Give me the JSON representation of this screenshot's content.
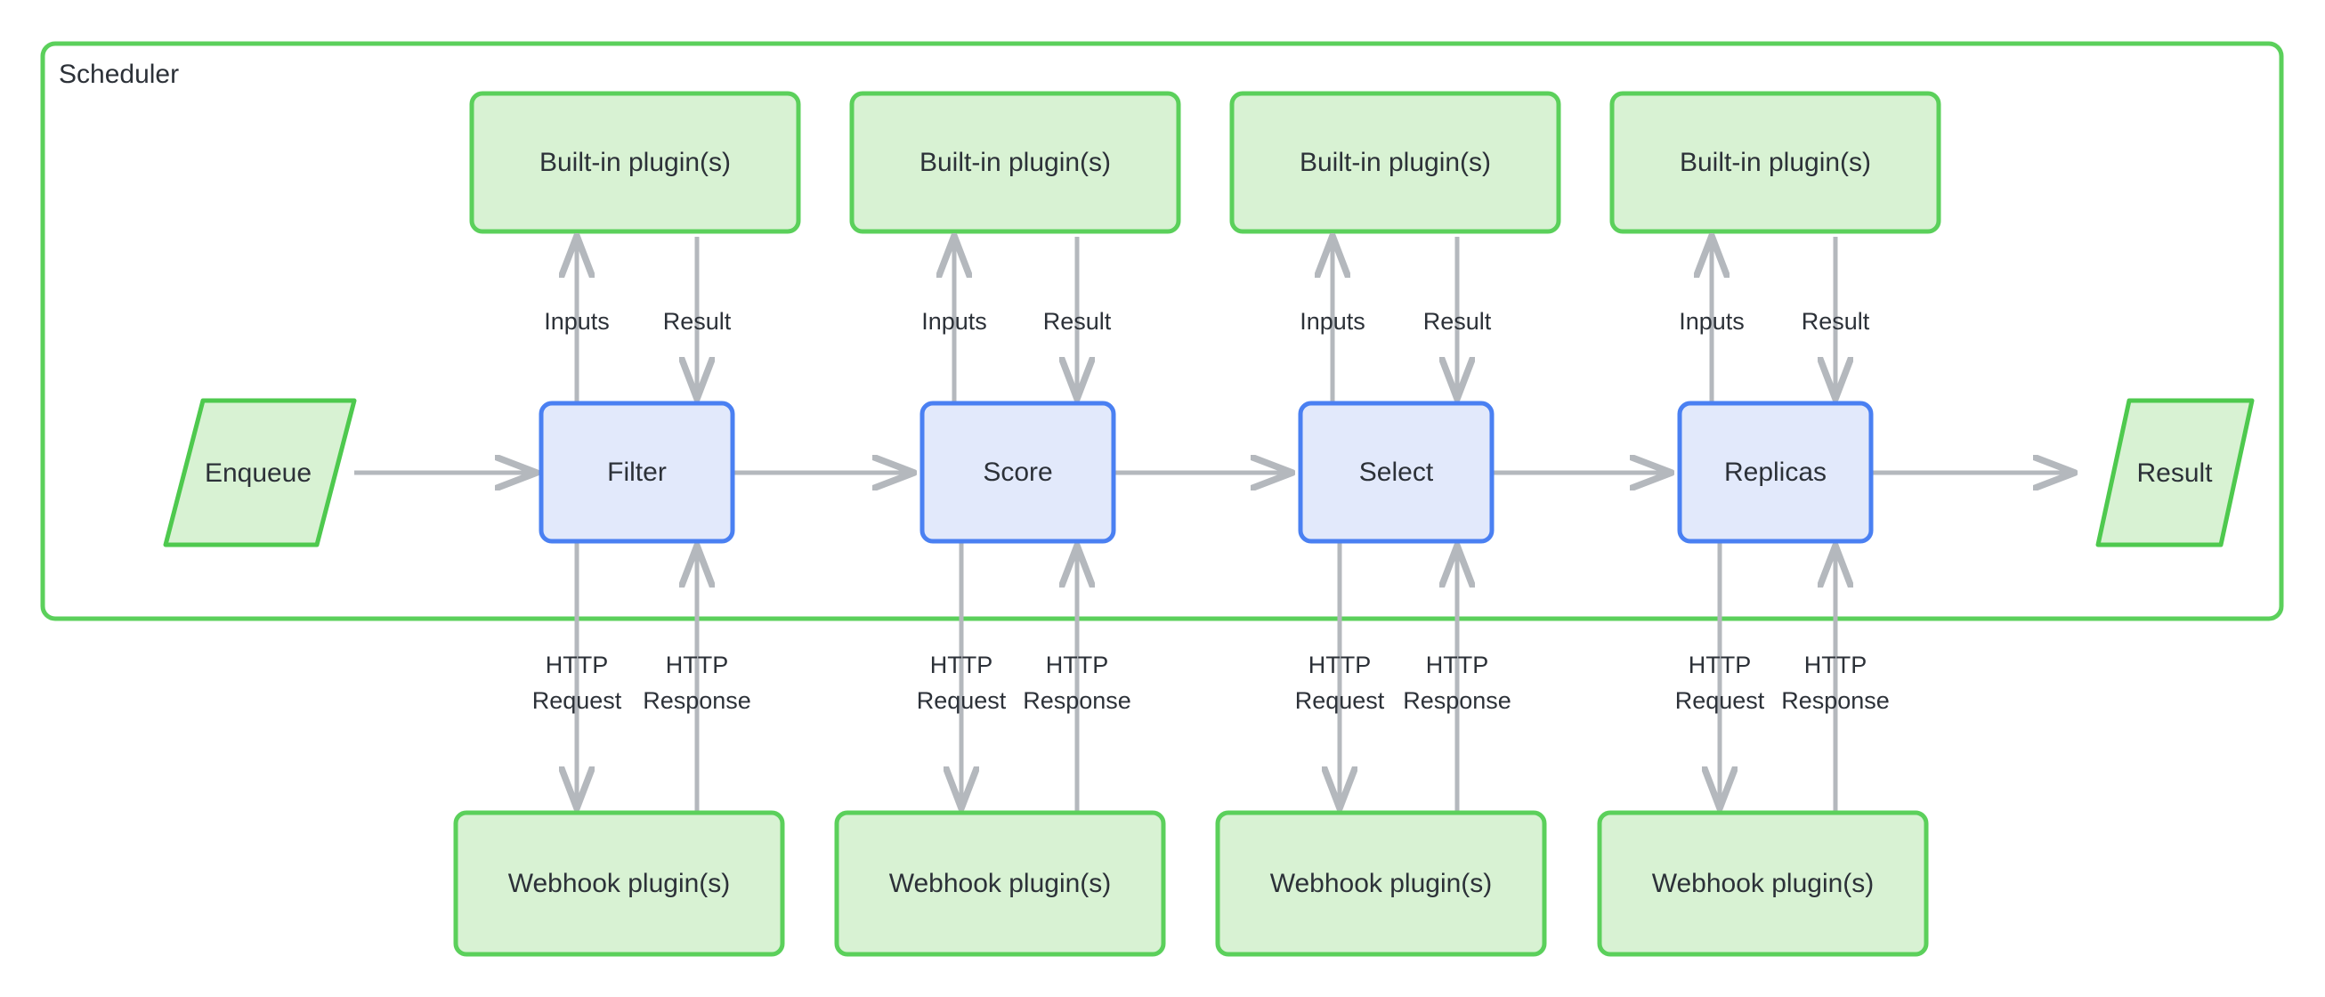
{
  "diagram": {
    "title": "Scheduler",
    "group": {
      "label": "Scheduler"
    },
    "terminators": [
      {
        "id": "enqueue",
        "label": "Enqueue"
      },
      {
        "id": "result",
        "label": "Result"
      }
    ],
    "stages": [
      {
        "id": "filter",
        "label": "Filter"
      },
      {
        "id": "score",
        "label": "Score"
      },
      {
        "id": "select",
        "label": "Select"
      },
      {
        "id": "replicas",
        "label": "Replicas"
      }
    ],
    "builtin_plugins": [
      {
        "id": "builtin-1",
        "label": "Built-in plugin(s)"
      },
      {
        "id": "builtin-2",
        "label": "Built-in plugin(s)"
      },
      {
        "id": "builtin-3",
        "label": "Built-in plugin(s)"
      },
      {
        "id": "builtin-4",
        "label": "Built-in plugin(s)"
      }
    ],
    "webhook_plugins": [
      {
        "id": "webhook-1",
        "label": "Webhook plugin(s)"
      },
      {
        "id": "webhook-2",
        "label": "Webhook plugin(s)"
      },
      {
        "id": "webhook-3",
        "label": "Webhook plugin(s)"
      },
      {
        "id": "webhook-4",
        "label": "Webhook plugin(s)"
      }
    ],
    "edge_labels": {
      "inputs": "Inputs",
      "result": "Result",
      "http_request_line1": "HTTP",
      "http_request_line2": "Request",
      "http_response_line1": "HTTP",
      "http_response_line2": "Response"
    },
    "columns": [
      {
        "stage_label": "Filter",
        "builtin_label": "Built-in plugin(s)",
        "webhook_label": "Webhook plugin(s)",
        "inputs_label": "Inputs",
        "result_label": "Result",
        "req_l1": "HTTP",
        "req_l2": "Request",
        "resp_l1": "HTTP",
        "resp_l2": "Response"
      },
      {
        "stage_label": "Score",
        "builtin_label": "Built-in plugin(s)",
        "webhook_label": "Webhook plugin(s)",
        "inputs_label": "Inputs",
        "result_label": "Result",
        "req_l1": "HTTP",
        "req_l2": "Request",
        "resp_l1": "HTTP",
        "resp_l2": "Response"
      },
      {
        "stage_label": "Select",
        "builtin_label": "Built-in plugin(s)",
        "webhook_label": "Webhook plugin(s)",
        "inputs_label": "Inputs",
        "result_label": "Result",
        "req_l1": "HTTP",
        "req_l2": "Request",
        "resp_l1": "HTTP",
        "resp_l2": "Response"
      },
      {
        "stage_label": "Replicas",
        "builtin_label": "Built-in plugin(s)",
        "webhook_label": "Webhook plugin(s)",
        "inputs_label": "Inputs",
        "result_label": "Result",
        "req_l1": "HTTP",
        "req_l2": "Request",
        "resp_l1": "HTTP",
        "resp_l2": "Response"
      }
    ],
    "colors": {
      "green_border": "#5bd05b",
      "green_fill": "#d8f2d3",
      "blue_border": "#4a80f2",
      "blue_fill": "#e2e9fb",
      "connector": "#b4b8bd",
      "text": "#2c3138",
      "background": "#ffffff"
    }
  }
}
